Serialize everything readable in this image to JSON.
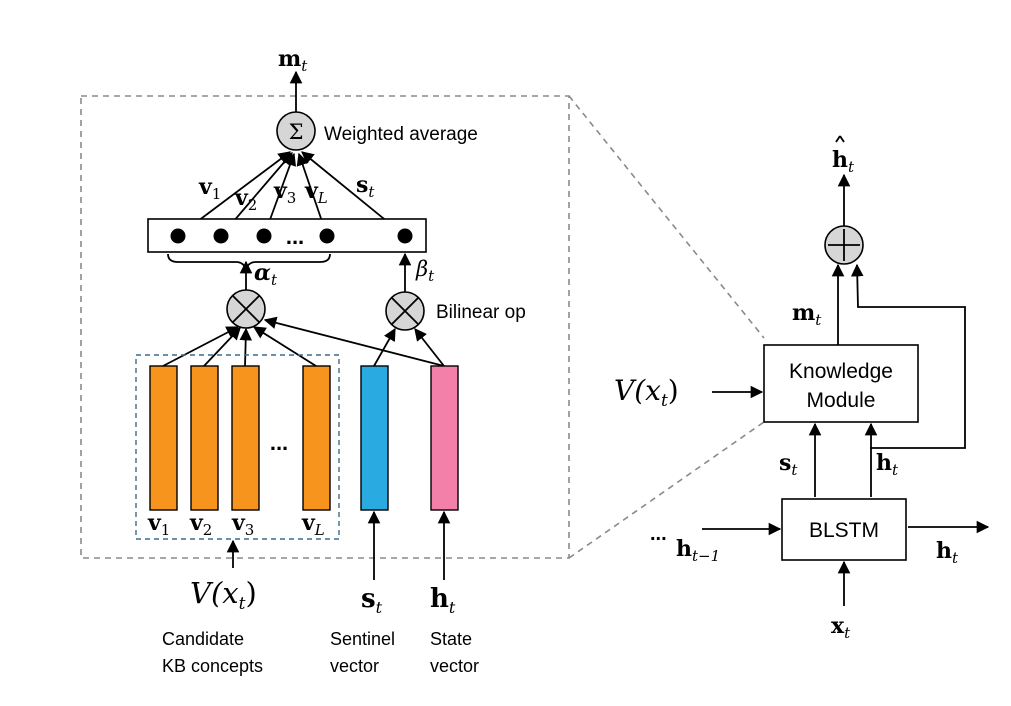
{
  "labels": {
    "m_t_top": "m",
    "sum_symbol": "Σ",
    "weighted_average": "Weighted average",
    "v1": "v",
    "v2": "v",
    "v3": "v",
    "vL": "v",
    "s_t_attn": "s",
    "dots_row": "...",
    "alpha": "α",
    "beta": "β",
    "bilinear_op": "Bilinear op",
    "dots_bars": "...",
    "bar_v1": "v",
    "bar_v2": "v",
    "bar_v3": "v",
    "bar_vL": "v",
    "V_func": "V(x",
    "s_t_bottom": "s",
    "h_t_bottom": "h",
    "caption_candidate_line1": "Candidate",
    "caption_candidate_line2": "KB concepts",
    "caption_sentinel_line1": "Sentinel",
    "caption_sentinel_line2": "vector",
    "caption_state_line1": "State",
    "caption_state_line2": "vector",
    "h_hat": "h",
    "m_t_right": "m",
    "knowledge_line1": "Knowledge",
    "knowledge_line2": "Module",
    "V_func_right": "V(x",
    "s_t_right": "s",
    "h_t_right": "h",
    "blstm": "BLSTM",
    "dots_left": "...",
    "h_prev": "h",
    "h_t_out": "h",
    "x_t": "x",
    "sub_t": "t",
    "sub_1": "1",
    "sub_2": "2",
    "sub_3": "3",
    "sub_L": "L",
    "sub_t_minus_1": "t−1",
    "close_paren": ")"
  },
  "colors": {
    "orange_bar": "#f7941d",
    "blue_bar": "#29abe2",
    "pink_bar": "#f380a8",
    "circle_fill": "#d6d6d6"
  }
}
